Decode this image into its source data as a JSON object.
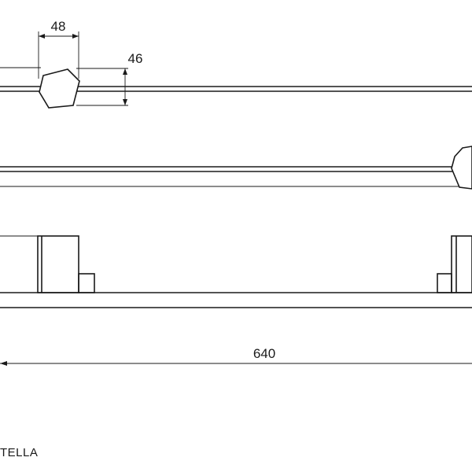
{
  "dimensions": {
    "knob_width": "48",
    "knob_height": "46",
    "overall_length": "640"
  },
  "caption": "TELLA"
}
